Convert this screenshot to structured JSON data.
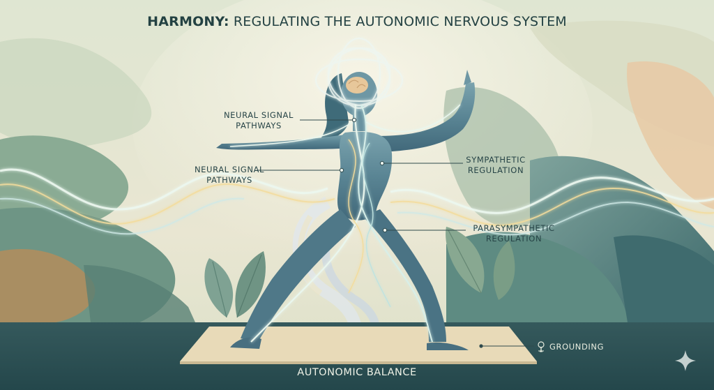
{
  "title": {
    "bold": "HARMONY:",
    "rest": "REGULATING THE AUTONOMIC NERVOUS SYSTEM"
  },
  "labels": {
    "neural_upper": [
      "NEURAL SIGNAL",
      "PATHWAYS"
    ],
    "neural_lower": [
      "NEURAL SIGNAL",
      "PATHWAYS"
    ],
    "sympathetic": [
      "SYMPATHETIC",
      "REGULATION"
    ],
    "parasympathetic": [
      "PARASYMPATHETIC",
      "REGULATION"
    ],
    "grounding": "GROUNDING",
    "balance": "AUTONOMIC BALANCE"
  },
  "icons": {
    "grounding": "tree-icon",
    "corner": "sparkle-icon",
    "brain": "brain-icon"
  },
  "colors": {
    "title": "#234142",
    "label": "#274447",
    "figure": "#5d8797",
    "ground": "#2f5458",
    "mat": "#e7d9b8",
    "signal_glow": "#e9f6ee",
    "signal_gold": "#f3dc9c"
  }
}
